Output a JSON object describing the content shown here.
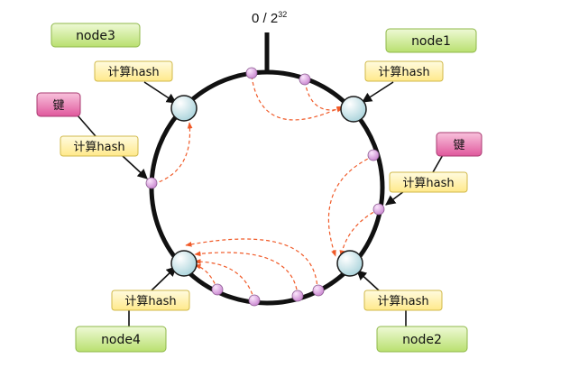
{
  "ring": {
    "label_base": "0 / 2",
    "label_exp": "32"
  },
  "hash_label": "计算hash",
  "key_label": "键",
  "nodes": [
    {
      "id": "node1",
      "label": "node1"
    },
    {
      "id": "node2",
      "label": "node2"
    },
    {
      "id": "node3",
      "label": "node3"
    },
    {
      "id": "node4",
      "label": "node4"
    }
  ],
  "colors": {
    "ring": "#111111",
    "node_fill": "#d7eef2",
    "object_fill": "#e3a9e6",
    "arrow_dashed": "#f05a28",
    "node_box": "#cdea8f",
    "hash_box": "#fff3b0",
    "key_box": "#ea7fb2"
  }
}
